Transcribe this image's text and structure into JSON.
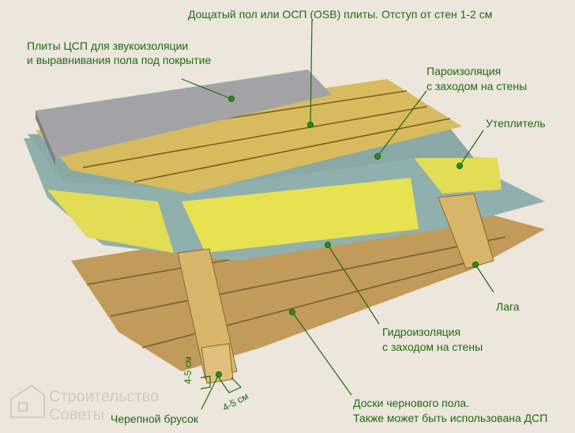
{
  "labels": {
    "top_boards": "Дощатый пол или ОСП (OSB) плиты. Отступ от стен 1-2 см",
    "csp_line1": "Плиты ЦСП для звукоизоляции",
    "csp_line2": "и выравнивания пола под покрытие",
    "vapor_line1": "Пароизоляция",
    "vapor_line2": "с заходом на стены",
    "insulation": "Утеплитель",
    "joist": "Лага",
    "water_line1": "Гидроизоляция",
    "water_line2": "с заходом на стены",
    "subfloor_line1": "Доски чернового пола.",
    "subfloor_line2": "Также может быть использована ДСП",
    "cranial_bar": "Черепной брусок",
    "dim_vertical": "4-5 см",
    "dim_horizontal": "4-5 см"
  },
  "watermark": {
    "line1": "Строительство",
    "line2": "Советы"
  },
  "colors": {
    "label": "#1f6b12",
    "background": "#ece6dd",
    "wood": "#d9b56a",
    "insulation": "#e6df4a",
    "membrane": "#8fb0ad",
    "csp": "#a3a3a6"
  }
}
